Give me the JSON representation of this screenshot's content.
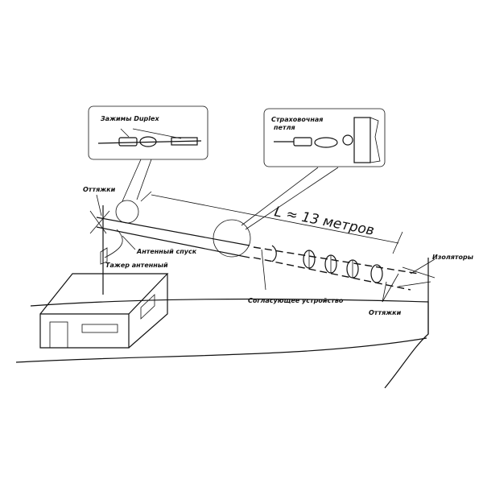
{
  "labels": {
    "duplex_clamps": "Зажимы Duplex",
    "safety_loop_line1": "Страховочная",
    "safety_loop_line2": "петля",
    "guys_left": "Оттяжки",
    "length": "L ≈ 13 метров",
    "antenna_lead": "Антенный спуск",
    "antenna_mast": "Тажер антенный",
    "matching_device": "Согласующее устройство",
    "insulators": "Изоляторы",
    "guys_right": "Оттяжки"
  }
}
